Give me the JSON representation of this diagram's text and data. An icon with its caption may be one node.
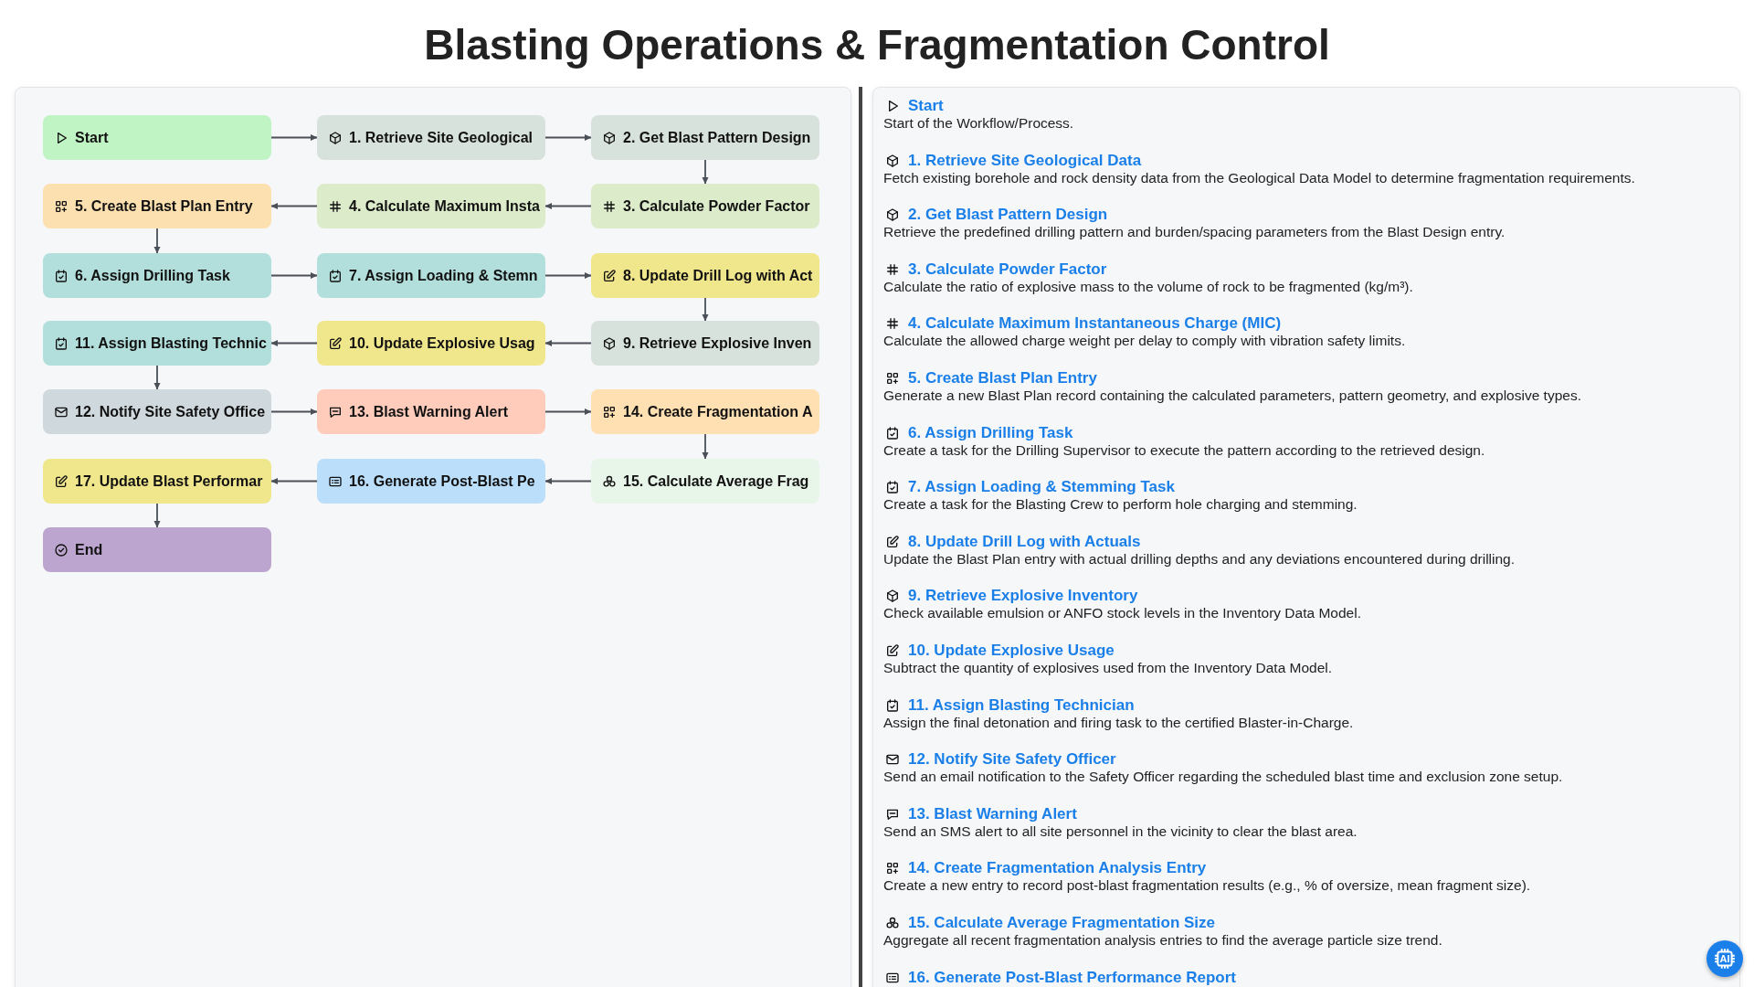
{
  "diagram": {
    "title": "Blasting Operations & Fragmentation Control",
    "nodes": [
      {
        "text": [
          "Start"
        ]
      },
      {
        "text": [
          "1. Retrieve Site Geological"
        ]
      },
      {
        "text": [
          "2. Get Blast Pattern Design"
        ]
      },
      {
        "text": [
          "3. Calculate Powder Factor"
        ]
      },
      {
        "text": [
          "4. Calculate Maximum Insta"
        ]
      },
      {
        "text": [
          "5. Create Blast Plan Entry"
        ]
      },
      {
        "text": [
          "6. Assign Drilling Task"
        ]
      },
      {
        "text": [
          "7. Assign Loading & Stemn"
        ]
      },
      {
        "text": [
          "8. Update Drill Log with Act"
        ]
      },
      {
        "text": [
          "9. Retrieve Explosive Inven"
        ]
      },
      {
        "text": [
          "10. Update Explosive Usag"
        ]
      },
      {
        "text": [
          "11. Assign Blasting Technic"
        ]
      },
      {
        "text": [
          "12. Notify Site Safety Office"
        ]
      },
      {
        "text": [
          "13. Blast Warning Alert"
        ]
      },
      {
        "text": [
          "14. Create Fragmentation A"
        ]
      },
      {
        "text": [
          "15. Calculate Average Frag"
        ]
      },
      {
        "text": [
          "16. Generate Post-Blast Pe"
        ]
      },
      {
        "text": [
          "17. Update Blast Performar"
        ]
      },
      {
        "text": [
          "End"
        ]
      }
    ],
    "edges": [
      {
        "from": 0,
        "to": 1,
        "arrow": "to"
      },
      {
        "from": 1,
        "to": 2,
        "arrow": "to"
      },
      {
        "from": 2,
        "to": 3,
        "arrow": "to"
      },
      {
        "from": 3,
        "to": 4,
        "arrow": "to"
      },
      {
        "from": 4,
        "to": 5,
        "arrow": "to"
      },
      {
        "from": 5,
        "to": 6,
        "arrow": "to"
      },
      {
        "from": 6,
        "to": 7,
        "arrow": "to"
      },
      {
        "from": 7,
        "to": 8,
        "arrow": "to"
      },
      {
        "from": 8,
        "to": 9,
        "arrow": "to"
      },
      {
        "from": 9,
        "to": 10,
        "arrow": "to"
      },
      {
        "from": 10,
        "to": 11,
        "arrow": "to"
      },
      {
        "from": 11,
        "to": 12,
        "arrow": "to"
      },
      {
        "from": 12,
        "to": 13,
        "arrow": "to"
      },
      {
        "from": 13,
        "to": 14,
        "arrow": "to"
      },
      {
        "from": 14,
        "to": 15,
        "arrow": "to"
      },
      {
        "from": 15,
        "to": 16,
        "arrow": "to"
      },
      {
        "from": 16,
        "to": 17,
        "arrow": "to"
      },
      {
        "from": 17,
        "to": 18,
        "arrow": "to"
      }
    ],
    "labels": [
      "Start",
      "Start of the Workflow/Process.",
      "1. Retrieve Site Geological Data",
      "Fetch existing borehole and rock density data from the Geological Data Model to determine fragmentation requirements.",
      "2. Get Blast Pattern Design",
      "Retrieve the predefined drilling pattern and burden/spacing parameters from the Blast Design entry.",
      "3. Calculate Powder Factor",
      "Calculate the ratio of explosive mass to the volume of rock to be fragmented (kg/m³).",
      "4. Calculate Maximum Instantaneous Charge (MIC)",
      "Calculate the allowed charge weight per delay to comply with vibration safety limits.",
      "5. Create Blast Plan Entry",
      "Generate a new Blast Plan record containing the calculated parameters, pattern geometry, and explosive types.",
      "6. Assign Drilling Task",
      "Create a task for the Drilling Supervisor to execute the pattern according to the retrieved design.",
      "7. Assign Loading & Stemming Task",
      "Create a task for the Blasting Crew to perform hole charging and stemming.",
      "8. Update Drill Log with Actuals",
      "Update the Blast Plan entry with actual drilling depths and any deviations encountered during drilling.",
      "9. Retrieve Explosive Inventory",
      "Check available emulsion or ANFO stock levels in the Inventory Data Model.",
      "10. Update Explosive Usage",
      "Subtract the quantity of explosives used from the Inventory Data Model.",
      "11. Assign Blasting Technician",
      "Assign the final detonation and firing task to the certified Blaster-in-Charge.",
      "12. Notify Site Safety Officer",
      "Send an email notification to the Safety Officer regarding the scheduled blast time and exclusion zone setup.",
      "13. Blast Warning Alert",
      "Send an SMS alert to all site personnel in the vicinity to clear the blast area.",
      "14. Create Fragmentation Analysis Entry",
      "Create a new entry to record post-blast fragmentation results (e.g., % of oversize, mean fragment size).",
      "15. Calculate Average Fragmentation Size",
      "Aggregate all recent fragmentation analysis entries to find the average particle size trend.",
      "16. Generate Post-Blast Performance Report",
      "AI"
    ]
  }
}
